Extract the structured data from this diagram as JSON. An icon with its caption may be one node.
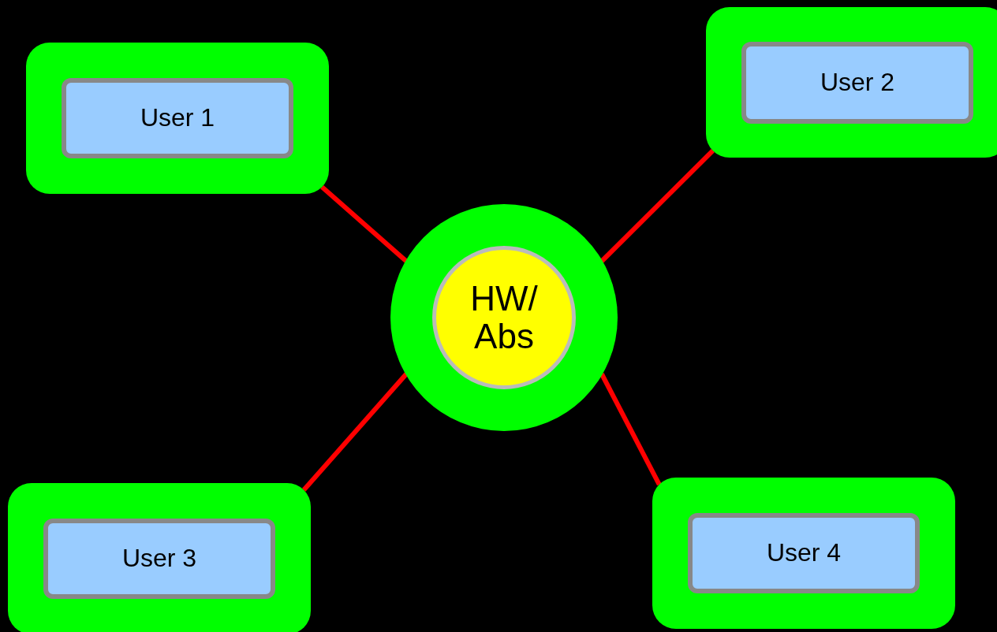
{
  "diagram": {
    "nodes": [
      {
        "text": [],
        "shape": "box"
      },
      {
        "text": [
          "User 1"
        ],
        "in": 0
      },
      {
        "text": [],
        "shape": "box"
      },
      {
        "text": [
          "User 2"
        ],
        "in": 2
      },
      {
        "text": [],
        "shape": "circle"
      },
      {
        "text": [
          "HW/ Abs"
        ],
        "in": 4
      },
      {
        "text": [],
        "shape": "box"
      },
      {
        "text": [
          "User 3"
        ],
        "in": 6
      },
      {
        "text": [],
        "shape": "box"
      },
      {
        "text": [
          "User 4"
        ],
        "in": 8
      }
    ],
    "edges": [
      {
        "from": 0,
        "to": 4,
        "arrow": "none",
        "color": "#ff0000"
      },
      {
        "from": 2,
        "to": 4,
        "arrow": "none",
        "color": "#ff0000"
      },
      {
        "from": 6,
        "to": 4,
        "arrow": "none",
        "color": "#ff0000"
      },
      {
        "from": 8,
        "to": 4,
        "arrow": "none",
        "color": "#ff0000"
      }
    ]
  }
}
